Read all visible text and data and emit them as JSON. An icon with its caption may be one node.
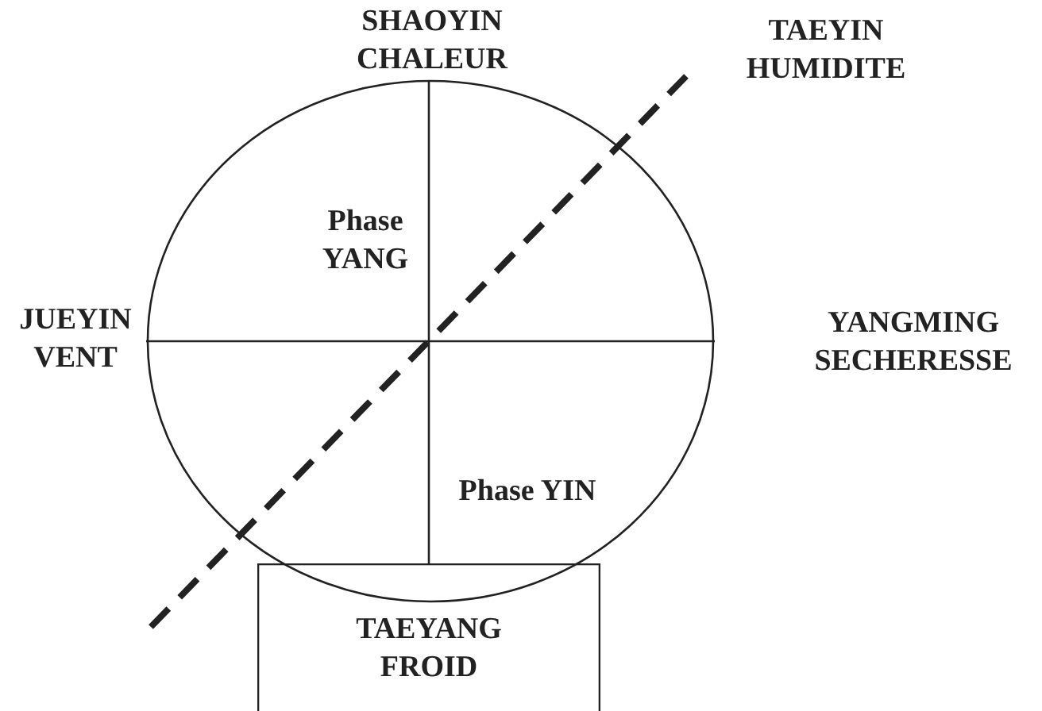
{
  "diagram": {
    "nodes": [
      {
        "text": [
          "Phase YANG",
          "Phase YIN"
        ]
      },
      {
        "text": [
          "TAEYANG FROID"
        ]
      }
    ],
    "edges": [],
    "labels": [
      "SHAOYIN CHALEUR",
      "TAEYIN HUMIDITE",
      "JUEYIN VENT",
      "YANGMING SECHERESSE"
    ]
  }
}
